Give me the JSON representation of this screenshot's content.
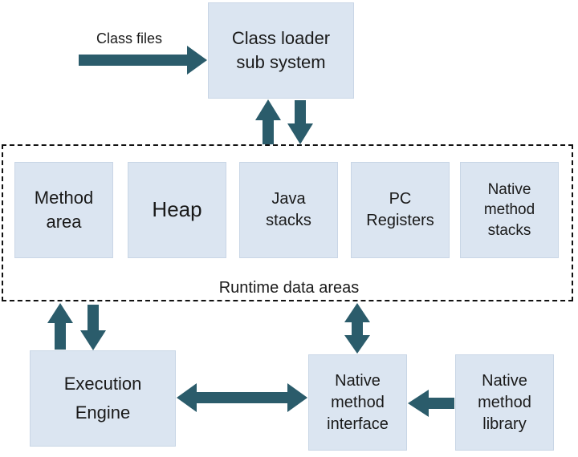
{
  "diagram": {
    "class_files_label": "Class files",
    "runtime_label": "Runtime data areas",
    "nodes": {
      "class_loader": "Class loader\nsub system",
      "method_area": "Method\narea",
      "heap": "Heap",
      "java_stacks": "Java\nstacks",
      "pc_registers": "PC\nRegisters",
      "native_method_stacks": "Native\nmethod\nstacks",
      "execution_engine": "Execution\nEngine",
      "native_method_interface": "Native\nmethod\ninterface",
      "native_method_library": "Native\nmethod\nlibrary"
    },
    "colors": {
      "box_fill": "#dbe5f1",
      "arrow": "#2b5c6b",
      "frame": "#111111"
    }
  }
}
